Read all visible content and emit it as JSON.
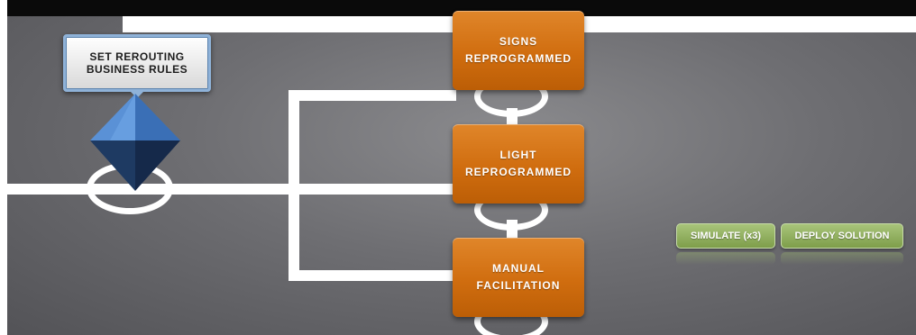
{
  "callout": {
    "line1": "SET REROUTING",
    "line2": "BUSINESS RULES"
  },
  "steps": [
    {
      "line1": "SIGNS",
      "line2": "REPROGRAMMED"
    },
    {
      "line1": "LIGHT",
      "line2": "REPROGRAMMED"
    },
    {
      "line1": "MANUAL",
      "line2": "FACILITATION"
    }
  ],
  "buttons": {
    "simulate": "SIMULATE (x3)",
    "deploy": "DEPLOY SOLUTION"
  },
  "colors": {
    "step_orange": "#d06d0f",
    "button_green": "#8fae5a",
    "gem_blue": "#3f78c0"
  },
  "icons": {
    "gem": "blue-octahedron-icon"
  }
}
